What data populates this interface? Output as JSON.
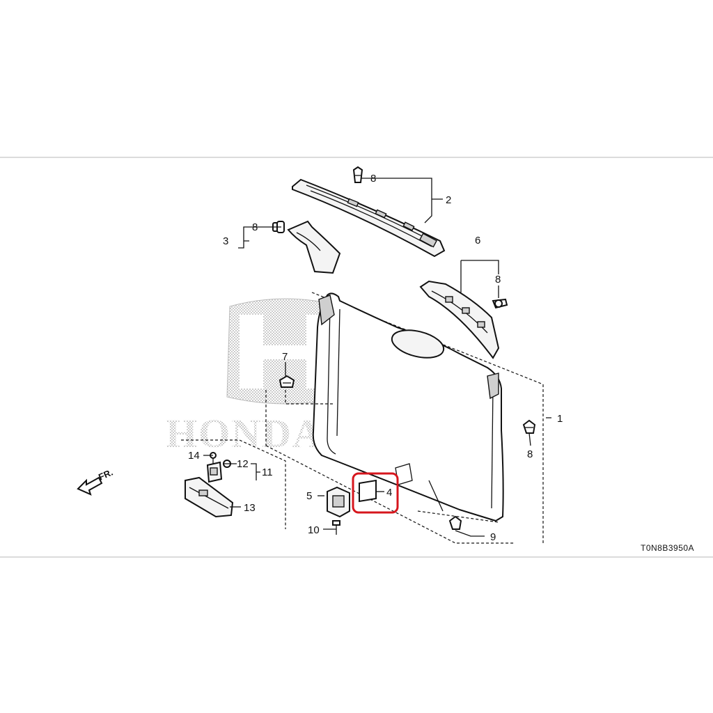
{
  "watermark": {
    "brand_text": "HONDA"
  },
  "diagram_code": "T0N8B3950A",
  "direction_label": "FR.",
  "highlight_color": "#d6161d",
  "callouts": {
    "c1": "1",
    "c2": "2",
    "c3": "3",
    "c4": "4",
    "c5": "5",
    "c6": "6",
    "c7": "7",
    "c8a": "8",
    "c8b": "8",
    "c8c": "8",
    "c8d": "8",
    "c9": "9",
    "c10": "10",
    "c11": "11",
    "c12": "12",
    "c13": "13",
    "c14": "14"
  },
  "highlighted_part": "4"
}
